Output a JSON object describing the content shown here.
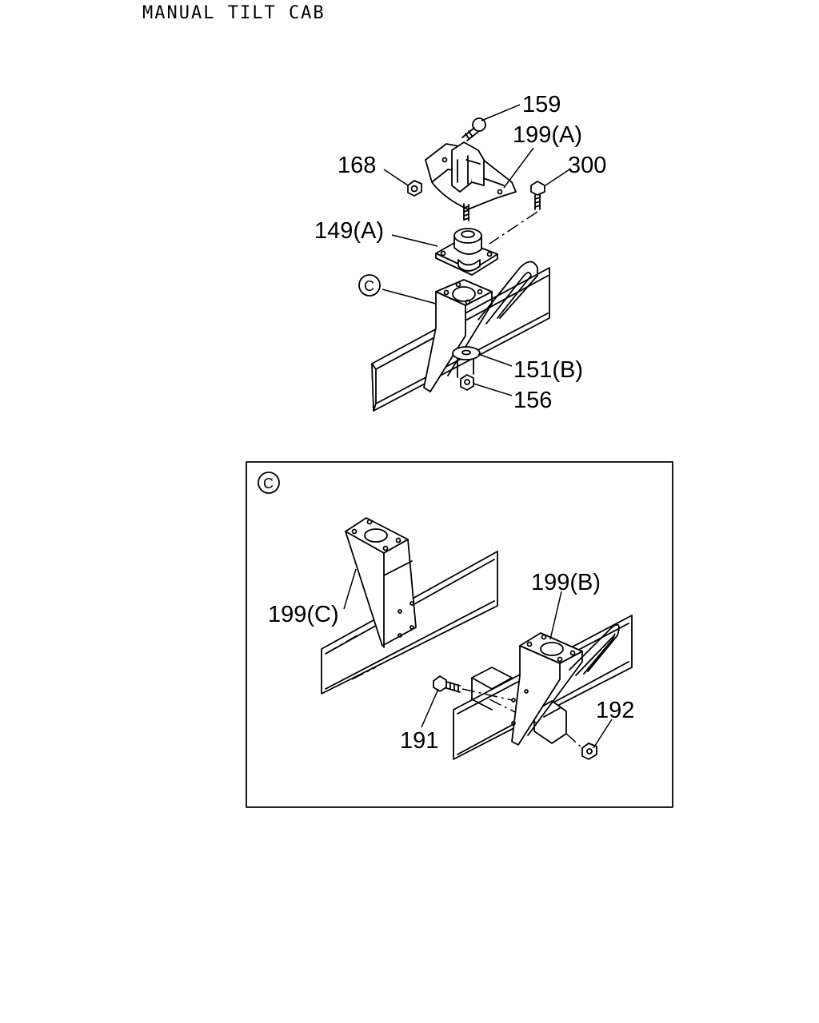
{
  "title": "MANUAL TILT CAB",
  "detail_marker": "C",
  "callouts": {
    "p159": "159",
    "p199a": "199(A)",
    "p168": "168",
    "p300": "300",
    "p149a": "149(A)",
    "p151b": "151(B)",
    "p156": "156",
    "p199c": "199(C)",
    "p199b": "199(B)",
    "p191": "191",
    "p192": "192"
  }
}
